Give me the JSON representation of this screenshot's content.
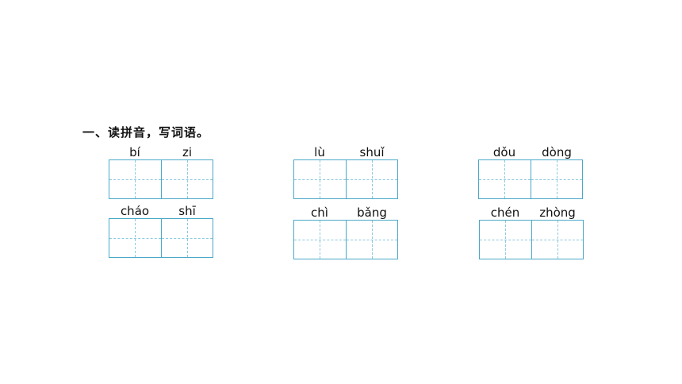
{
  "exercise": {
    "heading": "一、读拼音，写词语。",
    "words": [
      {
        "syllables": [
          "bí",
          "zi"
        ]
      },
      {
        "syllables": [
          "lù",
          "shuǐ"
        ]
      },
      {
        "syllables": [
          "dǒu",
          "dòng"
        ]
      },
      {
        "syllables": [
          "cháo",
          "shī"
        ]
      },
      {
        "syllables": [
          "chì",
          "bǎng"
        ]
      },
      {
        "syllables": [
          "chén",
          "zhòng"
        ]
      }
    ]
  },
  "colors": {
    "grid_line": "#4aa8c8",
    "grid_guide": "#8cc9de"
  }
}
